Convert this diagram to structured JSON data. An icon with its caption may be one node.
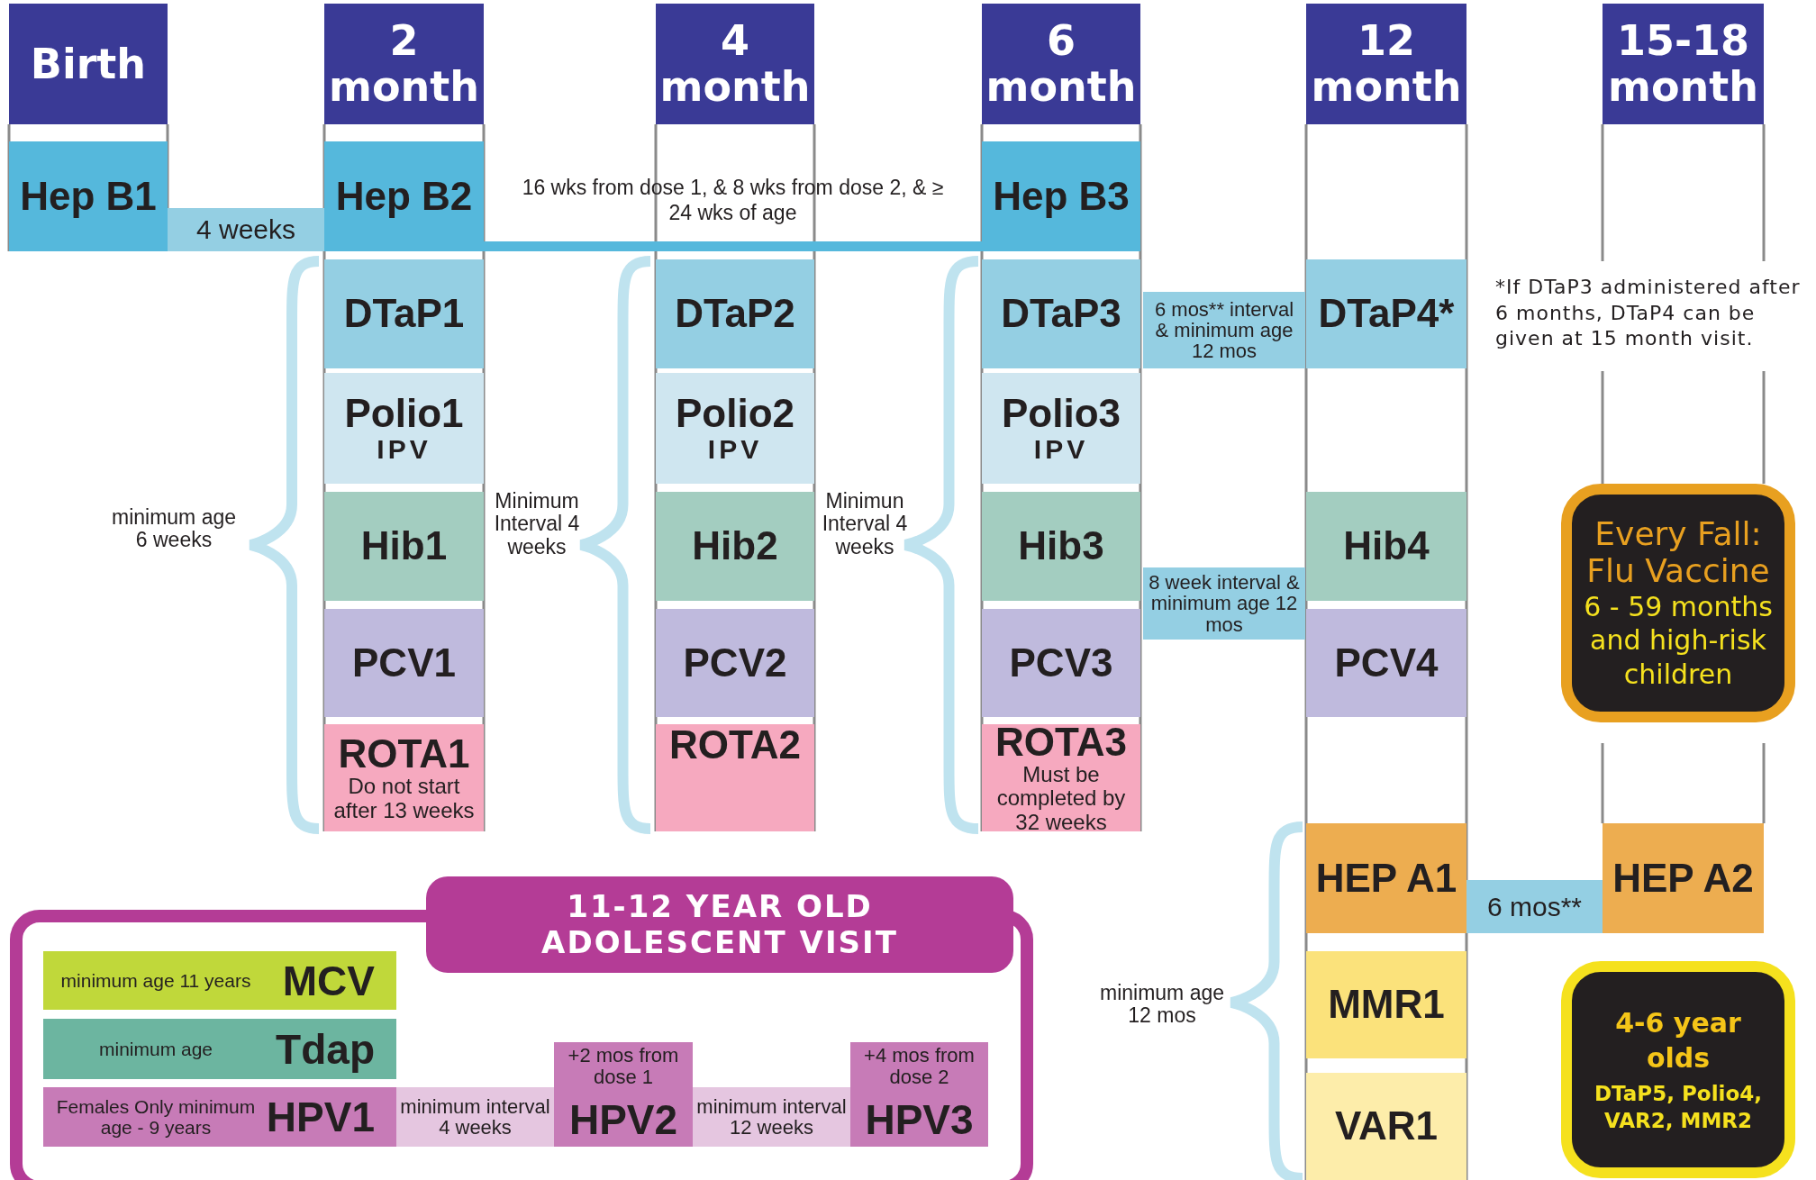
{
  "diagram": {
    "nodes": [
      {
        "text": [
          "Birth"
        ]
      },
      {
        "text": [
          "2 month"
        ]
      },
      {
        "text": [
          "4 month"
        ]
      },
      {
        "text": [
          "6 month"
        ]
      },
      {
        "text": [
          "12 month"
        ]
      },
      {
        "text": [
          "15-18 month"
        ]
      },
      {
        "text": [
          "Hep B1"
        ]
      },
      {
        "text": [
          "4 weeks"
        ]
      },
      {
        "text": [
          "Hep B2"
        ]
      },
      {
        "text": [
          "16 wks from dose 1, & 8 wks from dose 2, & ≥ 24 wks of age"
        ]
      },
      {
        "text": [
          "Hep B3"
        ]
      },
      {
        "text": [
          "DTaP1"
        ]
      },
      {
        "text": [
          "DTaP2"
        ]
      },
      {
        "text": [
          "DTaP3"
        ]
      },
      {
        "text": [
          "6 mos** interval & minimum age 12 mos"
        ]
      },
      {
        "text": [
          "DTaP4*"
        ]
      },
      {
        "text": [
          "Polio1",
          "IPV"
        ]
      },
      {
        "text": [
          "Polio2",
          "IPV"
        ]
      },
      {
        "text": [
          "Polio3",
          "IPV"
        ]
      },
      {
        "text": [
          "Hib1"
        ]
      },
      {
        "text": [
          "Hib2"
        ]
      },
      {
        "text": [
          "Hib3"
        ]
      },
      {
        "text": [
          "8 week interval & minimum age 12 mos"
        ]
      },
      {
        "text": [
          "Hib4"
        ]
      },
      {
        "text": [
          "PCV1"
        ]
      },
      {
        "text": [
          "PCV2"
        ]
      },
      {
        "text": [
          "PCV3"
        ]
      },
      {
        "text": [
          "PCV4"
        ]
      },
      {
        "text": [
          "ROTA1",
          "Do not start after 13 weeks"
        ]
      },
      {
        "text": [
          "ROTA2"
        ]
      },
      {
        "text": [
          "ROTA3",
          "Must be completed by 32 weeks"
        ]
      },
      {
        "text": [
          "Every Fall: Flu Vaccine",
          "6 - 59 months and high-risk children"
        ]
      },
      {
        "text": [
          "HEP A1"
        ]
      },
      {
        "text": [
          "6 mos**"
        ]
      },
      {
        "text": [
          "HEP A2"
        ]
      },
      {
        "text": [
          "MMR1"
        ]
      },
      {
        "text": [
          "VAR1"
        ]
      },
      {
        "text": [
          "4-6 year olds",
          "DTaP5, Polio4, VAR2, MMR2"
        ]
      },
      {
        "text": [
          "11-12 YEAR OLD ADOLESCENT VISIT"
        ]
      },
      {
        "text": [
          "minimum age 11 years",
          "MCV"
        ],
        "in": 38
      },
      {
        "text": [
          "minimum age",
          "Tdap"
        ],
        "in": 38
      },
      {
        "text": [
          "Females Only minimum age - 9 years",
          "HPV1"
        ],
        "in": 38
      },
      {
        "text": [
          "minimum interval 4 weeks"
        ],
        "in": 38
      },
      {
        "text": [
          "+2 mos from dose 1",
          "HPV2"
        ],
        "in": 38
      },
      {
        "text": [
          "minimum interval 12 weeks"
        ],
        "in": 38
      },
      {
        "text": [
          "+4 mos from dose 2",
          "HPV3"
        ],
        "in": 38
      }
    ],
    "labels": [
      "*If DTaP3 administered after 6 months, DTaP4 can be given at 15 month visit.",
      "minimum age 6 weeks",
      "Minimum Interval 4 weeks",
      "Minimun Interval 4 weeks",
      "minimum age 12 mos"
    ]
  }
}
